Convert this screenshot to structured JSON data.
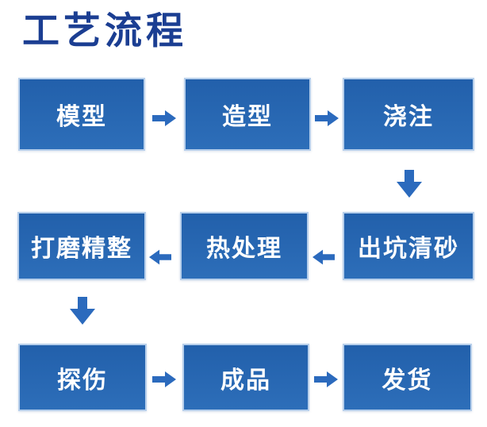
{
  "title": "工艺流程",
  "steps": [
    {
      "id": "model",
      "label": "模型"
    },
    {
      "id": "molding",
      "label": "造型"
    },
    {
      "id": "pouring",
      "label": "浇注"
    },
    {
      "id": "pit-sand-cleaning",
      "label": "出坑清砂"
    },
    {
      "id": "heat-treatment",
      "label": "热处理"
    },
    {
      "id": "grinding-finishing",
      "label": "打磨精整"
    },
    {
      "id": "flaw-detection",
      "label": "探伤"
    },
    {
      "id": "finished-product",
      "label": "成品"
    },
    {
      "id": "shipping",
      "label": "发货"
    }
  ],
  "colors": {
    "background": "#ffffff",
    "title": "#1b3e92",
    "box_gradient_top": "#2260ab",
    "box_gradient_bottom": "#2d6eb9",
    "box_border": "#b7cfeb",
    "box_text": "#ffffff",
    "arrow": "#2b6abd"
  }
}
